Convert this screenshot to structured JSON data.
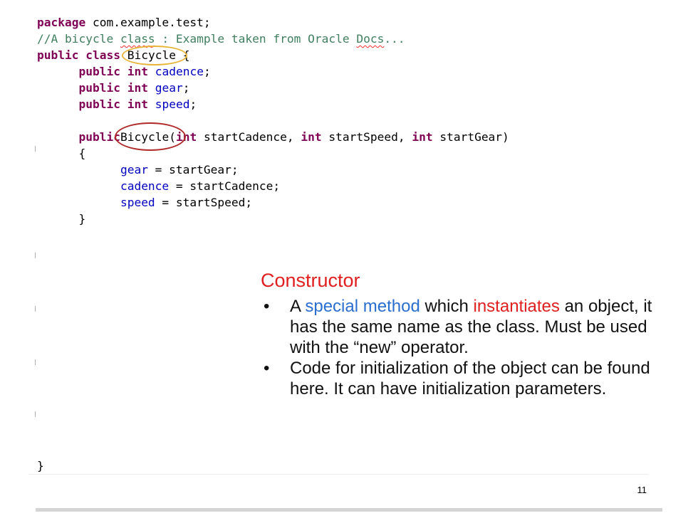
{
  "code": {
    "package": {
      "keyword": "package",
      "rest": " com.example.test;"
    },
    "comment": {
      "prefix": "//A bicycle ",
      "squiggle_1": "class",
      "middle": " : Example taken from Oracle ",
      "squiggle_2": "Docs",
      "suffix": "..."
    },
    "class_decl": {
      "kw1": "public",
      "kw2": "class",
      "name": "Bicycle",
      "brace": "{"
    },
    "fields": [
      {
        "kw1": "public",
        "kw2": "int",
        "name": "cadence",
        "end": ";"
      },
      {
        "kw1": "public",
        "kw2": "int",
        "name": "gear",
        "end": ";"
      },
      {
        "kw1": "public",
        "kw2": "int",
        "name": "speed",
        "end": ";"
      }
    ],
    "ctor_decl": {
      "kw1": "public",
      "name": "Bicycle",
      "open": "(",
      "p1_type": "int",
      "p1_name": " startCadence, ",
      "p2_type": "int",
      "p2_name": " startSpeed, ",
      "p3_type": "int",
      "p3_name": " startGear)"
    },
    "ctor_open": "{",
    "assignments": [
      {
        "field": "gear",
        "rest": " = startGear;"
      },
      {
        "field": "cadence",
        "rest": " = startCadence;"
      },
      {
        "field": "speed",
        "rest": " = startSpeed;"
      }
    ],
    "ctor_close": "}",
    "class_close": "}"
  },
  "notes": {
    "title": "Constructor",
    "bullet_symbol": "•",
    "bullet1": {
      "pre": "A ",
      "blue": "special method",
      "mid": " which ",
      "red": "instantiates",
      "post": " an object, it has the same name as the class. Must be used with the “new” operator."
    },
    "bullet2": "Code for initialization of the object can be found here. It can have initialization parameters."
  },
  "page_number": "11",
  "colors": {
    "keyword": "#7f0055",
    "field": "#0000c0",
    "comment": "#3f7f5f",
    "title_red": "#e02020",
    "highlight_blue": "#2a6fd0",
    "circle_yellow": "#e8b53a",
    "circle_red": "#b02828"
  }
}
